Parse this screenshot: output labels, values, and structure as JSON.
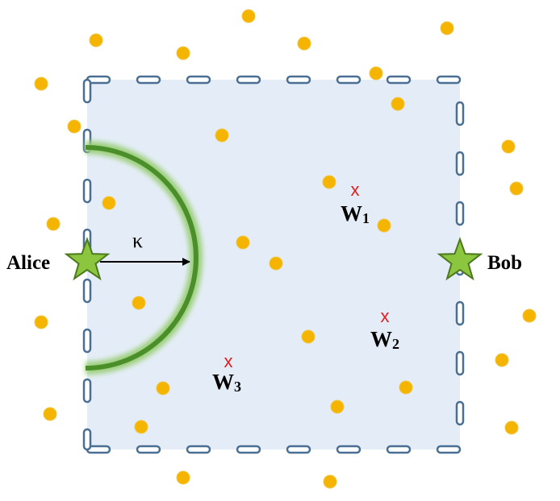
{
  "colors": {
    "region_fill": "#e4edf7",
    "region_border": "#4a6f95",
    "region_border_inner": "#ffffff",
    "dot": "#f5b400",
    "dot_edge": "#f0c640",
    "star_fill": "#8cc63f",
    "star_stroke": "#4d7a1f",
    "arc": "#4a8f2a",
    "arc_glow": "#9ccf7a",
    "cross": "#e02020",
    "text": "#000000",
    "arrow": "#000000"
  },
  "icons": {
    "endpoint": "star-icon",
    "warden": "cross-icon",
    "node": "dot-icon"
  },
  "alice": {
    "label": "Alice"
  },
  "bob": {
    "label": "Bob"
  },
  "radius_label": "κ",
  "wardens": [
    {
      "letter": "W",
      "sub": "1"
    },
    {
      "letter": "W",
      "sub": "2"
    },
    {
      "letter": "W",
      "sub": "3"
    }
  ]
}
